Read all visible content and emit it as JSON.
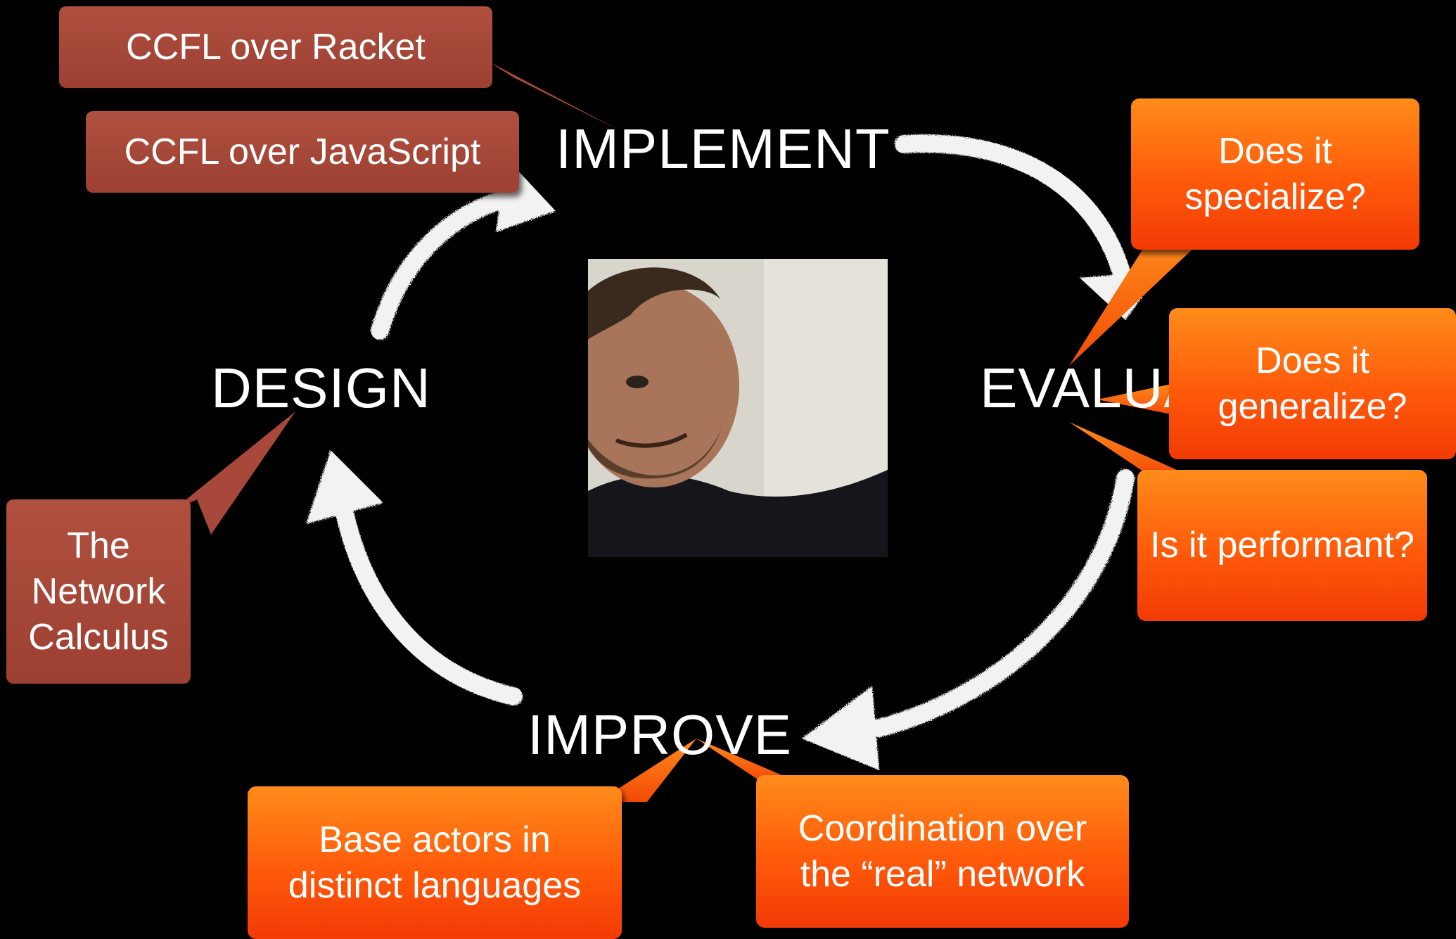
{
  "colors": {
    "background": "#000000",
    "brown_callout": "#a8483a",
    "orange_callout": "#ff6a10",
    "arrow": "#f2f2f2"
  },
  "cycle": {
    "implement": "IMPLEMENT",
    "design": "DESIGN",
    "evaluate": "EVALUATE",
    "improve": "IMPROVE"
  },
  "callouts": {
    "ccfl_racket": "CCFL over Racket",
    "ccfl_js": "CCFL over JavaScript",
    "network_calculus": [
      "The",
      "Network",
      "Calculus"
    ],
    "specialize": [
      "Does it",
      "specialize?"
    ],
    "generalize": [
      "Does it",
      "generalize?"
    ],
    "performant": "Is it performant?",
    "base_actors": [
      "Base actors in",
      "distinct languages"
    ],
    "coordination": [
      "Coordination over",
      "the “real” network"
    ]
  },
  "photo": {
    "icon": "person-photo"
  }
}
